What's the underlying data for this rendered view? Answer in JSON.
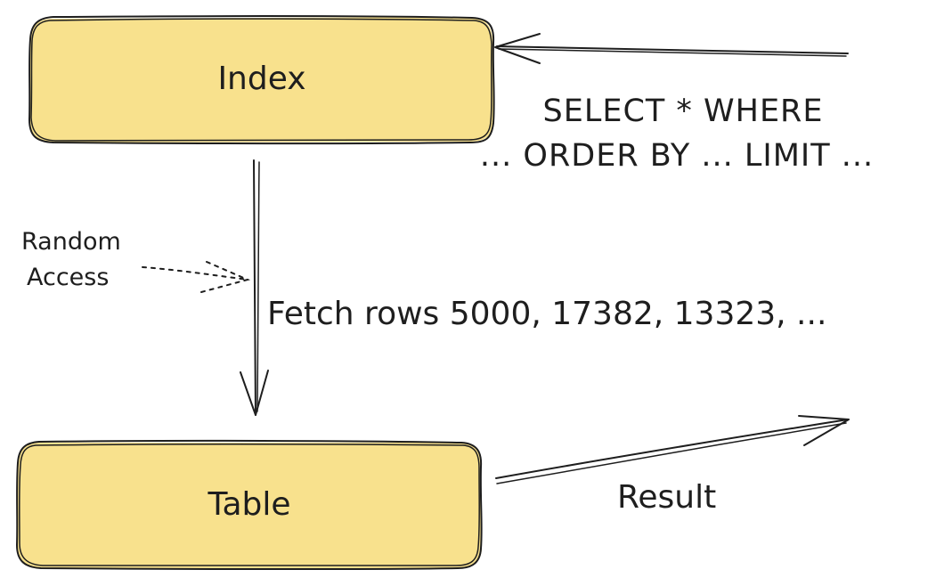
{
  "diagram": {
    "nodes": {
      "index": {
        "label": "Index"
      },
      "table": {
        "label": "Table"
      }
    },
    "query": {
      "line1": "SELECT * WHERE",
      "line2": "... ORDER BY ... LIMIT ..."
    },
    "fetch_label": "Fetch rows 5000, 17382, 13323, ...",
    "random_access": {
      "line1": "Random",
      "line2": "Access"
    },
    "result_label": "Result",
    "colors": {
      "box_fill": "#f8e18d",
      "stroke": "#1e1e1e",
      "background": "#ffffff"
    }
  }
}
